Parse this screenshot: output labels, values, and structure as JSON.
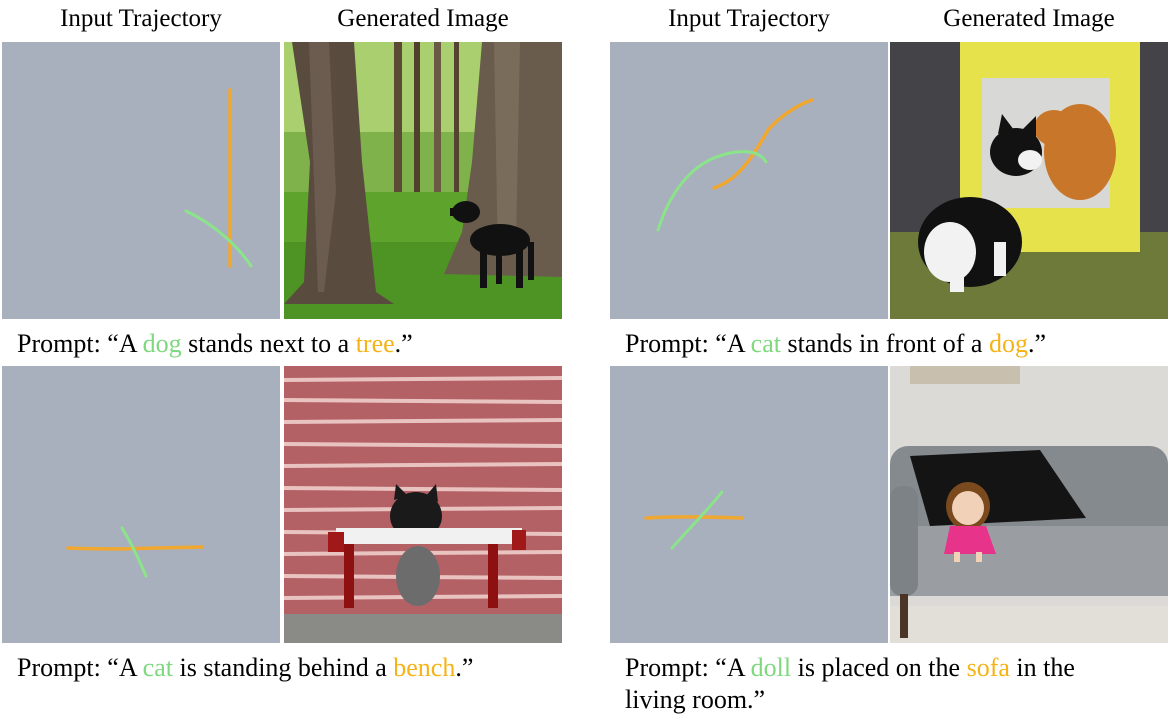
{
  "headers": {
    "input_trajectory": "Input Trajectory",
    "generated_image": "Generated Image"
  },
  "colors": {
    "subject": "#7ed87e",
    "object": "#f5b316",
    "canvas": "#a8b0be"
  },
  "panels": [
    {
      "prompt_prefix": "Prompt: “A ",
      "subject": "dog",
      "middle": " stands next to a ",
      "object": "tree",
      "suffix": ".”",
      "image_content": "dog-next-to-tree"
    },
    {
      "prompt_prefix": "Prompt: “A ",
      "subject": "cat",
      "middle": " stands in front of a ",
      "object": "dog",
      "suffix": ".”",
      "image_content": "cat-in-front-of-dog"
    },
    {
      "prompt_prefix": "Prompt: “A ",
      "subject": "cat",
      "middle": " is standing behind a ",
      "object": "bench",
      "suffix": ".”",
      "image_content": "cat-behind-bench"
    },
    {
      "prompt_prefix": "Prompt: “A ",
      "subject": "doll",
      "middle": " is placed on the ",
      "object": "sofa",
      "suffix": " in the",
      "line2": "living room.”",
      "image_content": "doll-on-sofa"
    }
  ]
}
